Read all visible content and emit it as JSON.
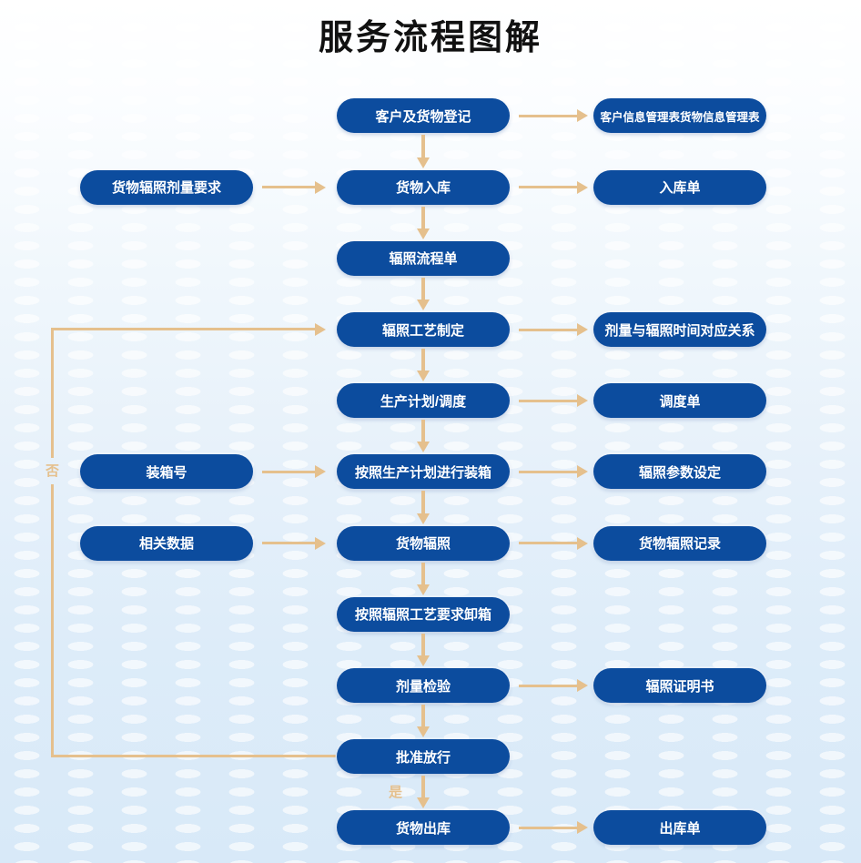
{
  "title": "服务流程图解",
  "colors": {
    "pill_blue": "#0c4c9e",
    "arrow_tan": "#e5c08d",
    "title_black": "#111111",
    "background_bottom_blue": "#d8e9f8",
    "pill_text_white": "#ffffff"
  },
  "branch_labels": {
    "no": "否",
    "yes": "是"
  },
  "feedback_loop": {
    "from_step": "批准放行",
    "to_step": "辐照工艺制定",
    "label": "否"
  },
  "rows": [
    {
      "step": "客户及货物登记",
      "output": "客户信息管理表货物信息管理表"
    },
    {
      "step": "货物入库",
      "output": "入库单",
      "input": "货物辐照剂量要求"
    },
    {
      "step": "辐照流程单"
    },
    {
      "step": "辐照工艺制定",
      "output": "剂量与辐照时间对应关系"
    },
    {
      "step": "生产计划/调度",
      "output": "调度单"
    },
    {
      "step": "按照生产计划进行装箱",
      "output": "辐照参数设定",
      "input": "装箱号"
    },
    {
      "step": "货物辐照",
      "output": "货物辐照记录",
      "input": "相关数据"
    },
    {
      "step": "按照辐照工艺要求卸箱"
    },
    {
      "step": "剂量检验",
      "output": "辐照证明书"
    },
    {
      "step": "批准放行"
    },
    {
      "step": "货物出库",
      "output": "出库单"
    }
  ]
}
